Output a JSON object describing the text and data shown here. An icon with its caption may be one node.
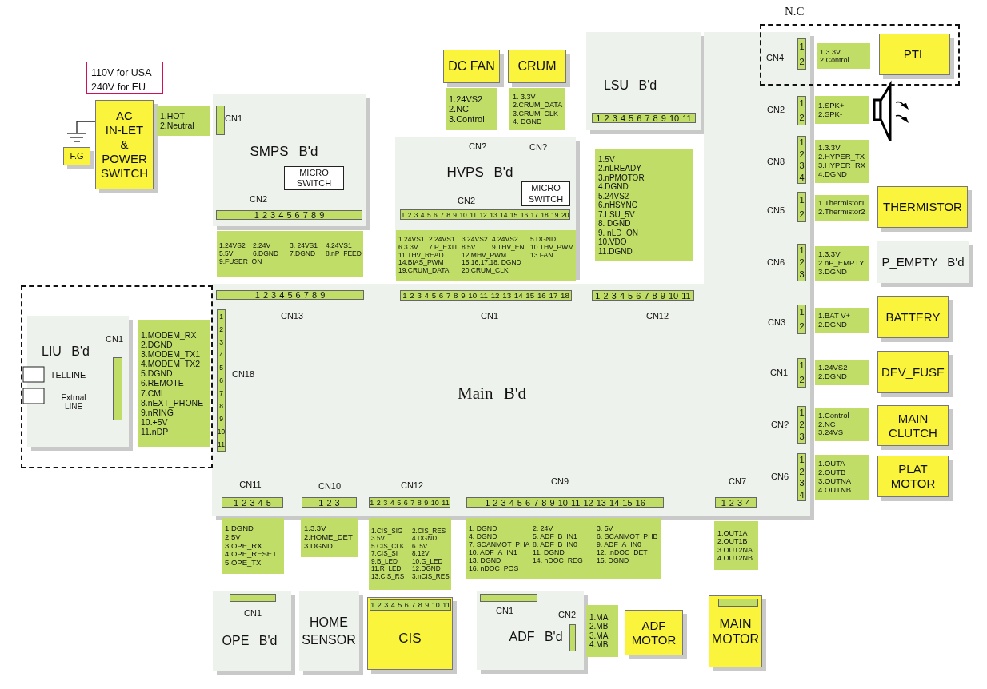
{
  "diagram": {
    "nodes": [
      {
        "text": [
          "110V for USA 240V for EU"
        ]
      },
      {
        "text": [
          "AC IN-LET & POWER SWITCH"
        ]
      },
      {
        "text": [],
        "shape": "ground"
      },
      {
        "text": [
          "F.G"
        ]
      },
      {
        "text": [
          "1.HOT",
          "2.Neutral"
        ]
      },
      {
        "text": [
          "SMPS B'd"
        ]
      },
      {
        "text": [],
        "shape": "bar",
        "in": 5
      },
      {
        "text": [
          "MICRO SWITCH"
        ],
        "in": 5
      },
      {
        "text": [
          "1 2 3 4 5 6 7 8 9"
        ],
        "in": 5
      },
      {
        "text": [
          "1.24VS2",
          "2.24V",
          "3. 24VS1",
          "4.24VS1",
          "5.5V",
          "6.DGND",
          "7.DGND",
          "8.nP_FEED",
          "9.FUSER_ON"
        ]
      },
      {
        "text": [
          "DC FAN"
        ]
      },
      {
        "text": [
          "1.24VS2",
          "2.NC",
          "3.Control"
        ]
      },
      {
        "text": [
          "CRUM"
        ]
      },
      {
        "text": [
          "1. 3.3V",
          "2.CRUM_DATA",
          "3.CRUM_CLK",
          "4. DGND"
        ]
      },
      {
        "text": [
          "LSU B'd"
        ]
      },
      {
        "text": [
          "1 2 3 4 5 6 7 8 9 10 11"
        ],
        "in": 14
      },
      {
        "text": [
          "1.5V",
          "2.nLREADY",
          "3.nPMOTOR",
          "4.DGND",
          "5.24VS2",
          "6.nHSYNC",
          "7.LSU_5V",
          "8. DGND",
          "9. nLD_ON",
          "10.VDO",
          "11.DGND"
        ]
      },
      {
        "text": [
          "HVPS B'd"
        ]
      },
      {
        "text": [
          "MICRO SWITCH"
        ],
        "in": 17
      },
      {
        "text": [
          "1 2 3 4 5 6 7 8 9 10 11 12 13 14 15 16 17 18 19 20"
        ],
        "in": 17
      },
      {
        "text": [
          "1.24VS1",
          "2.24VS1",
          "3.24VS2",
          "4.24VS2",
          "5.DGND",
          "6.3.3V",
          "7.P_EXIT",
          "8.5V",
          "9.THV_EN",
          "10.THV_PWM",
          "11.THV_READ",
          "12.MHV_PWM",
          "13.FAN",
          "14.BIAS_PWM",
          "15,16,17,18: DGND",
          "19.CRUM_DATA",
          "20.CRUM_CLK"
        ]
      },
      {
        "text": [
          "N.C"
        ]
      },
      {
        "text": [
          "1.3.3V",
          "2.Control"
        ],
        "in": 21
      },
      {
        "text": [
          "PTL"
        ],
        "in": 21
      },
      {
        "text": [
          "Main B'd"
        ]
      },
      {
        "text": [
          "1 2 3 4 5 6 7 8 9"
        ],
        "in": 24
      },
      {
        "text": [
          "1 2 3 4 5 6 7 8 9 10 11 12 13 14 15 16 17 18"
        ],
        "in": 24
      },
      {
        "text": [
          "1 2 3 4 5 6 7 8 9 10 11"
        ],
        "in": 24
      },
      {
        "text": [
          "1 2 3 4 5 6 7 8 9 10 11"
        ],
        "in": 24
      },
      {
        "text": [
          "1 2"
        ]
      },
      {
        "text": [
          "1 2"
        ],
        "in": 24
      },
      {
        "text": [
          "1 2 3 4"
        ],
        "in": 24
      },
      {
        "text": [
          "1 2"
        ],
        "in": 24
      },
      {
        "text": [
          "1 2 3"
        ],
        "in": 24
      },
      {
        "text": [
          "1 2"
        ],
        "in": 24
      },
      {
        "text": [
          "1 2"
        ],
        "in": 24
      },
      {
        "text": [
          "1 2 3"
        ],
        "in": 24
      },
      {
        "text": [
          "1 2 3 4"
        ],
        "in": 24
      },
      {
        "text": [
          "1 2 3 4 5"
        ],
        "in": 24
      },
      {
        "text": [
          "1 2 3"
        ],
        "in": 24
      },
      {
        "text": [
          "1 2 3 4 5 6 7 8 9 10 11"
        ],
        "in": 24
      },
      {
        "text": [
          "1 2 3 4 5 6 7 8 9 10 11 12 13 14 15 16"
        ],
        "in": 24
      },
      {
        "text": [
          "1 2 3 4"
        ],
        "in": 24
      },
      {
        "text": [
          "1.SPK+",
          "2.SPK-"
        ]
      },
      {
        "text": [
          "1.3.3V",
          "2.HYPER_TX",
          "3.HYPER_RX",
          "4.DGND"
        ]
      },
      {
        "text": [
          "1.Thermistor1",
          "2.Thermistor2"
        ]
      },
      {
        "text": [
          "THERMISTOR"
        ]
      },
      {
        "text": [
          "1.3.3V",
          "2.nP_EMPTY",
          "3.DGND"
        ]
      },
      {
        "text": [
          "P_EMPTY B'd"
        ]
      },
      {
        "text": [
          "1.BAT V+",
          "2.DGND"
        ]
      },
      {
        "text": [
          "BATTERY"
        ]
      },
      {
        "text": [
          "1.24VS2",
          "2.DGND"
        ]
      },
      {
        "text": [
          "DEV_FUSE"
        ]
      },
      {
        "text": [
          "1.Control",
          "2.NC",
          "3.24VS"
        ]
      },
      {
        "text": [
          "MAIN CLUTCH"
        ]
      },
      {
        "text": [
          "1.OUTA",
          "2.OUTB",
          "3.OUTNA",
          "4.OUTNB"
        ]
      },
      {
        "text": [
          "PLAT MOTOR"
        ]
      },
      {
        "text": [],
        "shape": "box"
      },
      {
        "text": [
          "LIU B'd"
        ],
        "in": 57
      },
      {
        "text": [],
        "shape": "bar",
        "in": 58
      },
      {
        "text": [
          "1.MODEM_RX",
          "2.DGND",
          "3.MODEM_TX1",
          "4.MODEM_TX2",
          "5.DGND",
          "6.REMOTE",
          "7.CML",
          "8.nEXT_PHONE",
          "9.nRING",
          "10.+5V",
          "11.nDP"
        ],
        "in": 57
      },
      {
        "text": [
          "1.DGND",
          "2.5V",
          "3.OPE_RX",
          "4.OPE_RESET",
          "5.OPE_TX"
        ]
      },
      {
        "text": [
          "1.3.3V",
          "2.HOME_DET",
          "3.DGND"
        ]
      },
      {
        "text": [
          "1.CIS_SIG",
          "2.CIS_RES",
          "3.5V",
          "4.DGND",
          "5.CIS_CLK",
          "6..5V",
          "7.CIS_SI",
          "8.12V",
          "9.B_LED",
          "10.G_LED",
          "11.R_LED",
          "12.DGND",
          "13.CIS_RS",
          "3.nCIS_RES"
        ]
      },
      {
        "text": [
          "1. DGND",
          "2. 24V",
          "3. 5V",
          "4. DGND",
          "5. ADF_B_IN1",
          "6. SCANMOT_PHB",
          "7. SCANMOT_PHA",
          "8. ADF_B_IN0",
          "9. ADF_A_IN0",
          "10. ADF_A_IN1",
          "11. DGND",
          "12. .nDOC_DET",
          "13. DGND",
          "14. nDOC_REG",
          "15. DGND",
          "16. nDOC_POS"
        ]
      },
      {
        "text": [
          "1.OUT1A",
          "2.OUT1B",
          "3.OUT2NA",
          "4.OUT2NB"
        ]
      },
      {
        "text": [
          "OPE B'd"
        ]
      },
      {
        "text": [],
        "shape": "bar",
        "in": 66
      },
      {
        "text": [
          "HOME SENSOR"
        ]
      },
      {
        "text": [
          "CIS"
        ]
      },
      {
        "text": [
          "1 2 3 4 5 6 7 8 9 10 11"
        ],
        "in": 69
      },
      {
        "text": [
          "ADF B'd"
        ]
      },
      {
        "text": [],
        "shape": "bar",
        "in": 71
      },
      {
        "text": [],
        "shape": "bar",
        "in": 71
      },
      {
        "text": [
          "1.MA",
          "2.MB",
          "3.MA",
          "4.MB"
        ]
      },
      {
        "text": [
          "ADF MOTOR"
        ]
      },
      {
        "text": [
          "MAIN MOTOR"
        ]
      },
      {
        "text": [],
        "shape": "bar",
        "in": 76
      }
    ],
    "edges": [
      {
        "from": 1,
        "to": 2,
        "arrow": "none"
      }
    ],
    "labels": [
      "CN1",
      "CN2",
      "CN?",
      "CN?",
      "CN2",
      "CN13",
      "CN1",
      "CN12",
      "CN18",
      "CN4",
      "CN2",
      "CN8",
      "CN5",
      "CN6",
      "CN3",
      "CN1",
      "CN?",
      "CN6",
      "CN11",
      "CN10",
      "CN12",
      "CN9",
      "CN7",
      "CN1",
      "TELLINE",
      "Extrnal LINE",
      "CN1",
      "CN1",
      "CN2"
    ]
  }
}
